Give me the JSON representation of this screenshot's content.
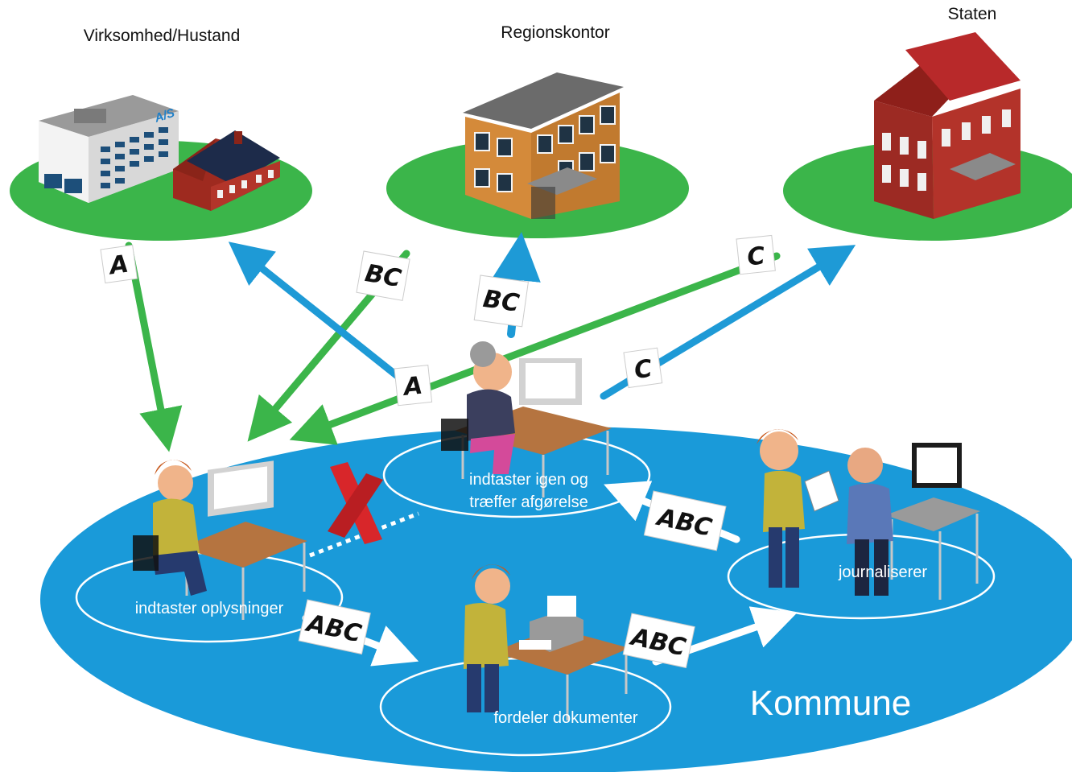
{
  "locations": {
    "business": "Virksomhed/Hustand",
    "region": "Regionskontor",
    "state": "Staten"
  },
  "business_sign": "A/S",
  "municipality": {
    "title": "Kommune",
    "steps": {
      "enter_data": "indtaster oplysninger",
      "re_enter_line1": "indtaster igen og",
      "re_enter_line2": "træffer afgørelse",
      "distribute": "fordeler dokumenter",
      "journal": "journaliserer"
    }
  },
  "documents": {
    "a": "A",
    "bc": "BC",
    "c": "C",
    "abc": "ABC"
  },
  "colors": {
    "municipality": "#1a9ad9",
    "platform": "#3bb54a",
    "arrow_green": "#3bb54a",
    "arrow_blue": "#1e9ad6",
    "blocked": "#d8262a"
  }
}
